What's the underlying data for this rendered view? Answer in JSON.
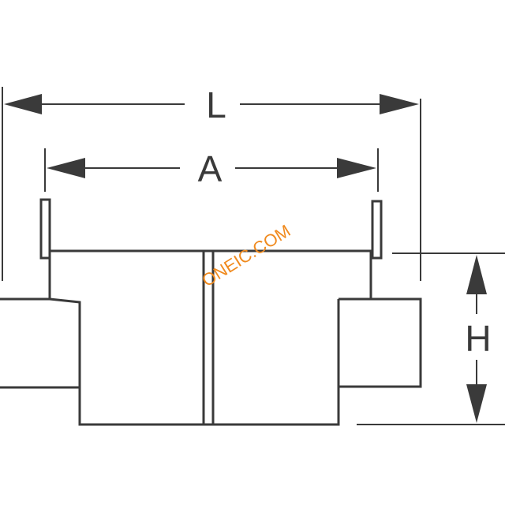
{
  "dimensions": {
    "overall_length_label": "L",
    "terminal_span_label": "A",
    "height_label": "H"
  },
  "watermark": {
    "text": "ONEIC.COM",
    "color": "#f08a1e"
  },
  "colors": {
    "line": "#3a3a3a",
    "background": "#ffffff"
  }
}
